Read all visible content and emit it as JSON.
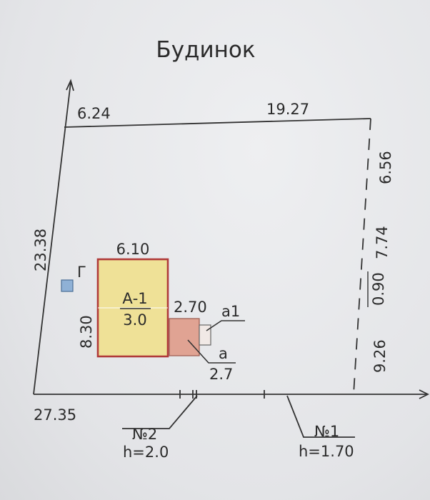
{
  "title": "Будинок",
  "boundary": {
    "top_left": "6.24",
    "top_right": "19.27",
    "left": "23.38",
    "bottom": "27.35",
    "right_segments": [
      "6.56",
      "7.74",
      "0.90",
      "9.26"
    ]
  },
  "building": {
    "id": "А-1",
    "floors_label": "3.0",
    "width": "6.10",
    "depth": "8.30",
    "fill_color": "#efe197",
    "outline_color": "#b03a3a"
  },
  "annex": {
    "width": "2.70",
    "label_a": "а",
    "label_a_value": "2.7",
    "label_a1": "а1",
    "fill_color": "#e0a393"
  },
  "outbuilding": {
    "label": "Г",
    "fill_color": "#8fb1d6"
  },
  "points": [
    {
      "number": "№2",
      "height": "h=2.0"
    },
    {
      "number": "№1",
      "height": "h=1.70"
    }
  ]
}
